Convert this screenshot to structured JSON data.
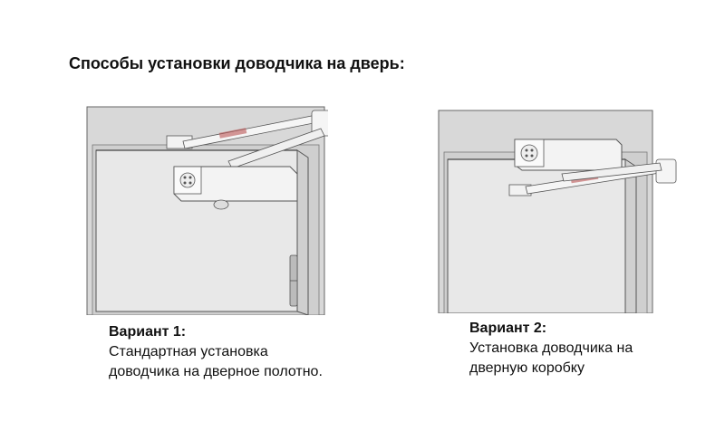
{
  "title": "Способы установки доводчика на дверь:",
  "variants": [
    {
      "label": "Вариант 1:",
      "line1": "Стандартная установка",
      "line2": "доводчика на дверное полотно."
    },
    {
      "label": "Вариант 2:",
      "line1": "Установка доводчика на",
      "line2": "дверную коробку"
    }
  ],
  "colors": {
    "frame": "#d6d6d6",
    "frame_edge": "#bdbdbd",
    "door": "#e9e9e9",
    "outline": "#555555",
    "closer_body": "#f3f3f3"
  }
}
